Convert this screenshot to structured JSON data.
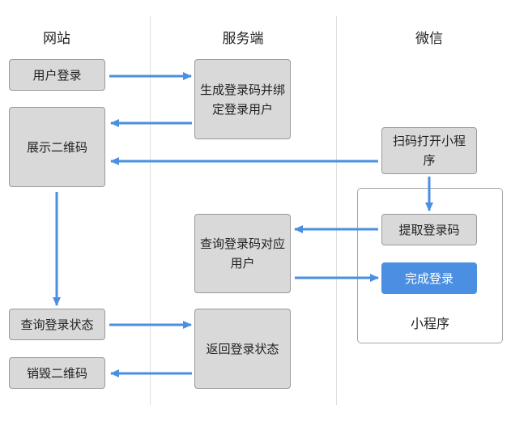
{
  "lanes": {
    "website": "网站",
    "server": "服务端",
    "wechat": "微信"
  },
  "website": {
    "user_login": "用户登录",
    "show_qr": "展示二维码",
    "query_status": "查询登录状态",
    "destroy_qr": "销毁二维码"
  },
  "server": {
    "generate_code": "生成登录码并绑定登录用户",
    "query_user": "查询登录码对应用户",
    "return_status": "返回登录状态"
  },
  "wechat": {
    "scan_open": "扫码打开小程序",
    "extract_code": "提取登录码",
    "complete_login": "完成登录",
    "mini_program_label": "小程序"
  },
  "colors": {
    "arrow": "#4a8fe1",
    "box_fill": "#d9d9d9",
    "box_border": "#9a9a9a",
    "highlight": "#4a8fe1"
  }
}
